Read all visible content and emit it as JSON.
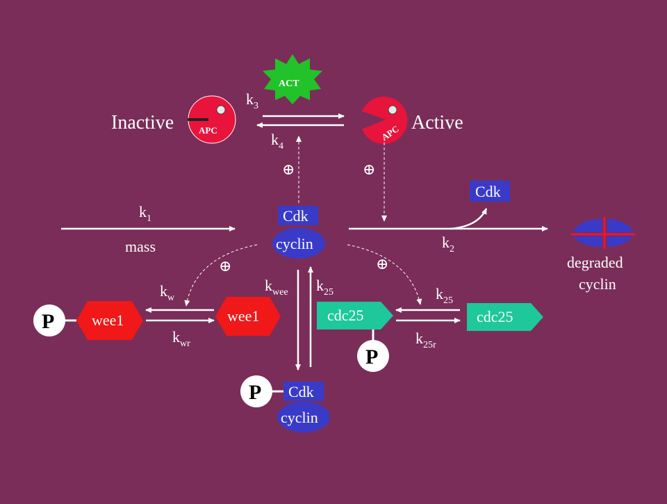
{
  "apc": {
    "inactive_label": "Inactive",
    "active_label": "Active",
    "apc_text": "APC",
    "act_text": "ACT",
    "k3": "k",
    "k3_sub": "3",
    "k4": "k",
    "k4_sub": "4"
  },
  "synthesis": {
    "k1": "k",
    "k1_sub": "1",
    "mass": "mass"
  },
  "complex": {
    "cdk": "Cdk",
    "cyclin": "cyclin"
  },
  "degradation": {
    "cdk": "Cdk",
    "k2": "k",
    "k2_sub": "2",
    "degraded_line1": "degraded",
    "degraded_line2": "cyclin"
  },
  "wee": {
    "wee1_left": "wee1",
    "wee1_right": "wee1",
    "kw": "k",
    "kw_sub": "w",
    "kwr": "k",
    "kwr_sub": "wr",
    "kwee": "k",
    "kwee_sub": "wee",
    "p": "P"
  },
  "cdc25": {
    "cdc25_left": "cdc25",
    "cdc25_right": "cdc25",
    "k25_center": "k",
    "k25_center_sub": "25",
    "k25_right": "k",
    "k25_right_sub": "25",
    "k25r": "k",
    "k25r_sub": "25r",
    "p": "P"
  },
  "phospho_complex": {
    "p": "P",
    "cdk": "Cdk",
    "cyclin": "cyclin"
  },
  "symbols": {
    "plus": "⊕"
  },
  "colors": {
    "background": "#7a2d58",
    "apc_red": "#e8143c",
    "act_green": "#22c22a",
    "cdk_blue": "#3a3ac8",
    "wee1_red": "#f01818",
    "cdc25_teal": "#1ec89a"
  }
}
